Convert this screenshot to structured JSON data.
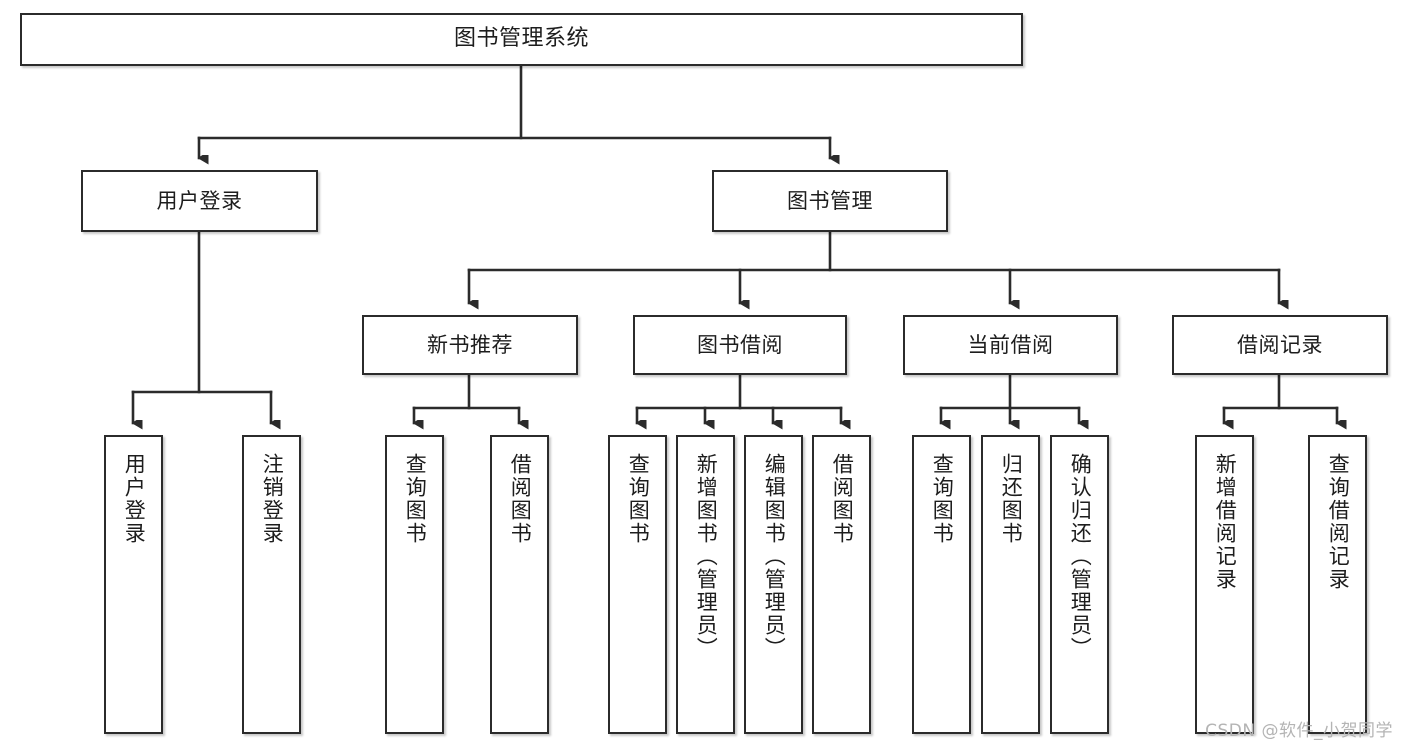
{
  "diagram": {
    "title": "图书管理系统",
    "type": "tree-hierarchy-chart",
    "colors": {
      "box_border": "#2b2b2b",
      "box_fill": "#ffffff",
      "connector": "#2b2b2b",
      "watermark": "#b4b4b4",
      "background": "#ffffff"
    },
    "root": {
      "label": "图书管理系统"
    },
    "level2": [
      {
        "label": "用户登录"
      },
      {
        "label": "图书管理"
      }
    ],
    "level3": [
      {
        "label": "新书推荐"
      },
      {
        "label": "图书借阅"
      },
      {
        "label": "当前借阅"
      },
      {
        "label": "借阅记录"
      }
    ],
    "leaves": [
      {
        "label": "用户登录"
      },
      {
        "label": "注销登录"
      },
      {
        "label": "查询图书"
      },
      {
        "label": "借阅图书"
      },
      {
        "label": "查询图书"
      },
      {
        "label": "新增图书（管理员）"
      },
      {
        "label": "编辑图书（管理员）"
      },
      {
        "label": "借阅图书"
      },
      {
        "label": "查询图书"
      },
      {
        "label": "归还图书"
      },
      {
        "label": "确认归还（管理员）"
      },
      {
        "label": "新增借阅记录"
      },
      {
        "label": "查询借阅记录"
      }
    ]
  },
  "watermark": {
    "text": "CSDN @软件_小贺同学"
  }
}
